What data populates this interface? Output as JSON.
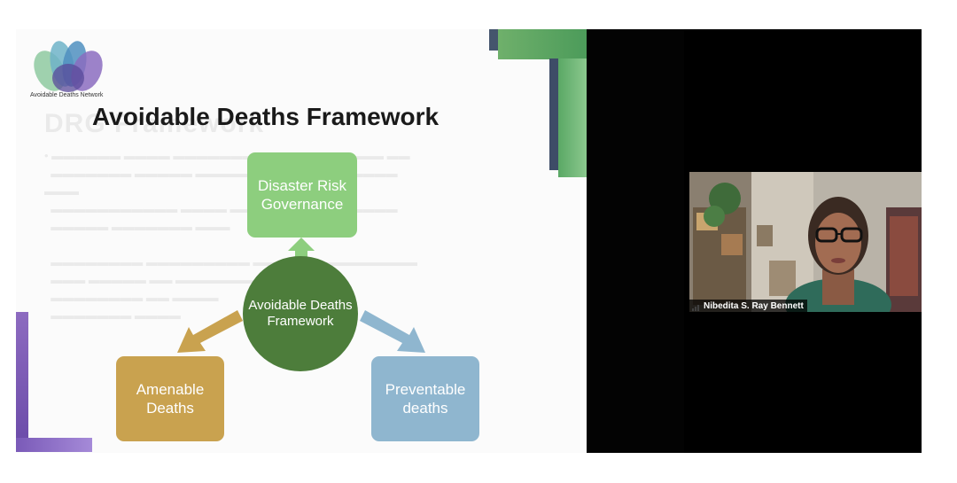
{
  "slide": {
    "logo_caption": "Avoidable Deaths Network",
    "title": "Avoidable Deaths Framework",
    "center_label": "Avoidable Deaths Framework",
    "boxes": {
      "top": "Disaster Risk Governance",
      "left": "Amenable Deaths",
      "right": "Preventable deaths"
    },
    "colors": {
      "top_box": "#8dce7e",
      "left_box": "#c9a24f",
      "right_box": "#8fb6cf",
      "center": "#4d7d3b"
    }
  },
  "video": {
    "participant_name": "Nibedita S. Ray Bennett",
    "signal_icon": "signal-bars-icon"
  }
}
